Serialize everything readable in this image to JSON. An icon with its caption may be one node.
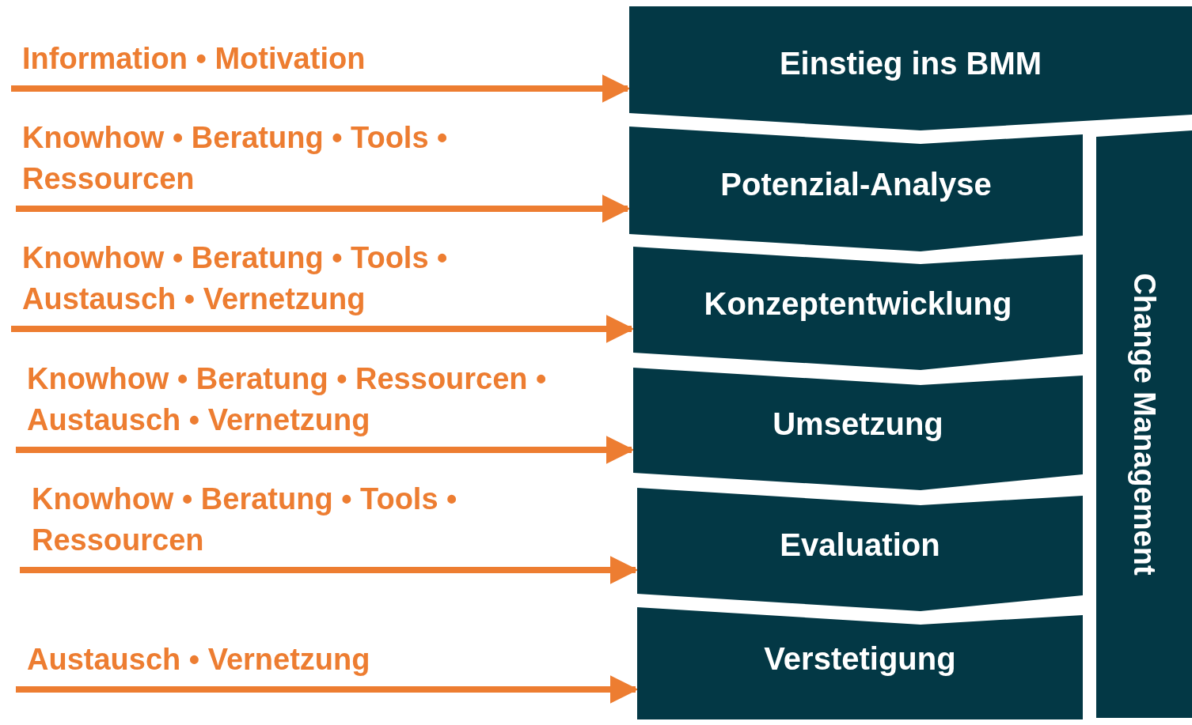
{
  "diagram": {
    "nodes": [
      {
        "text": [
          "Einstieg ins BMM"
        ]
      },
      {
        "text": [
          "Potenzial-Analyse"
        ]
      },
      {
        "text": [
          "Konzeptentwicklung"
        ]
      },
      {
        "text": [
          "Umsetzung"
        ]
      },
      {
        "text": [
          "Evaluation"
        ]
      },
      {
        "text": [
          "Verstetigung"
        ]
      },
      {
        "text": [
          "Change Management"
        ]
      }
    ],
    "edges": [
      {
        "from": null,
        "to": 0,
        "arrow": "to",
        "label": "Information • Motivation"
      },
      {
        "from": null,
        "to": 1,
        "arrow": "to",
        "label": "Knowhow • Beratung • Tools • Ressourcen"
      },
      {
        "from": null,
        "to": 2,
        "arrow": "to",
        "label": "Knowhow • Beratung • Tools • Austausch • Vernetzung"
      },
      {
        "from": null,
        "to": 3,
        "arrow": "to",
        "label": "Knowhow • Beratung • Ressourcen • Austausch • Vernetzung"
      },
      {
        "from": null,
        "to": 4,
        "arrow": "to",
        "label": "Knowhow • Beratung • Tools • Ressourcen"
      },
      {
        "from": null,
        "to": 5,
        "arrow": "to",
        "label": "Austausch • Vernetzung"
      }
    ]
  }
}
